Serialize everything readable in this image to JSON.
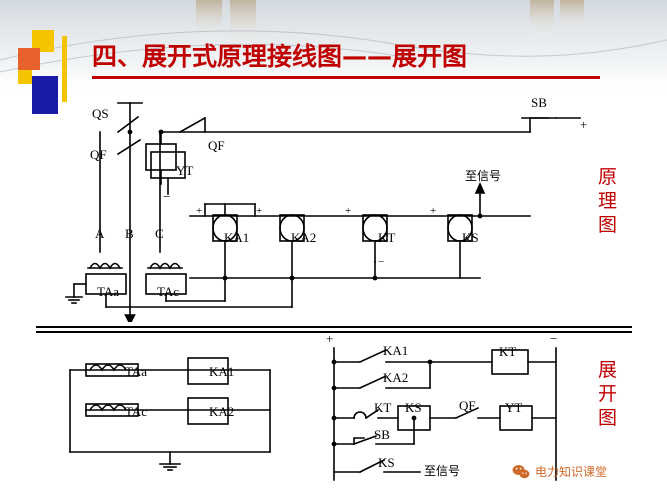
{
  "title": "四、展开式原理接线图——展开图",
  "colors": {
    "title_red": "#c00000",
    "accent_yellow": "#f5c400",
    "accent_blue": "#1a1aa8",
    "accent_orange": "#e8602c",
    "line_black": "#000000",
    "watermark": "#d06a2a"
  },
  "header": {
    "decor_top_left": "colored-squares"
  },
  "upper_diagram": {
    "name": "原理图",
    "side_label_lines": [
      "原",
      "理",
      "图"
    ],
    "labels": {
      "qs": "QS",
      "qf_left": "QF",
      "qf_right": "QF",
      "yt": "YT",
      "sb": "SB",
      "plus": "+",
      "minus": "−",
      "phase_a": "A",
      "phase_b": "B",
      "phase_c": "C",
      "taa": "TAa",
      "tac": "TAc",
      "ka1": "KA1",
      "ka2": "KA2",
      "kt": "KT",
      "ks": "KS",
      "to_signal": "至信号",
      "relay_plus": "+",
      "relay_minus": "−"
    }
  },
  "lower_diagram": {
    "name": "展开图",
    "side_label_lines": [
      "展",
      "开",
      "图"
    ],
    "left_block": {
      "taa": "TAa",
      "ka1": "KA1",
      "tac": "TAc",
      "ka2": "KA2"
    },
    "right_block": {
      "plus": "+",
      "minus": "−",
      "ka1": "KA1",
      "ka2": "KA2",
      "kt_contact": "KT",
      "ks": "KS",
      "qf": "QF",
      "yt": "YT",
      "kt_coil": "KT",
      "sb": "SB",
      "ks_contact": "KS",
      "to_signal": "至信号"
    }
  },
  "watermark": {
    "text": "电力知识课堂",
    "icon": "wechat-logo-icon"
  }
}
